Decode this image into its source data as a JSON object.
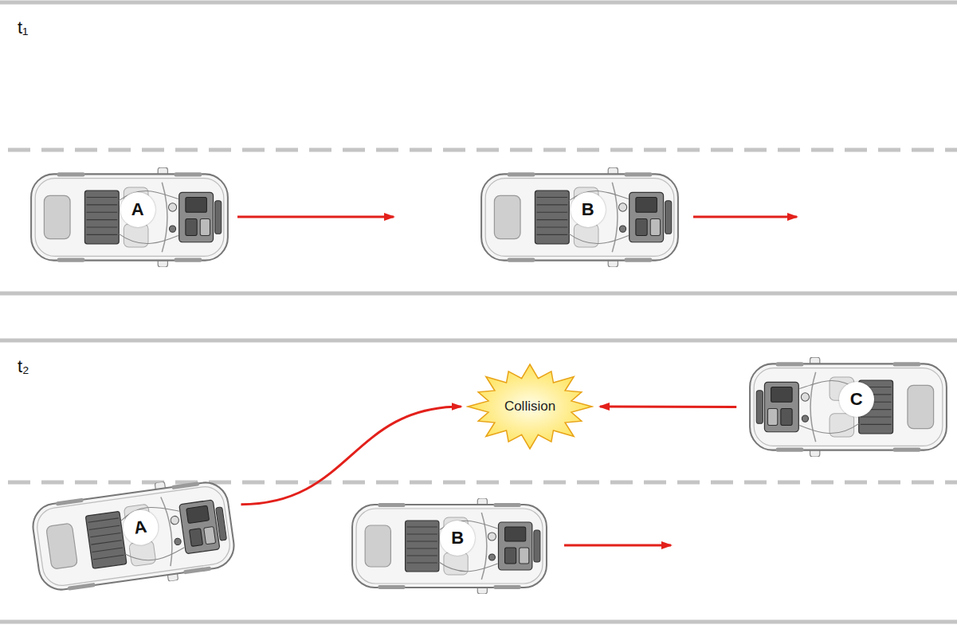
{
  "diagram": {
    "nodes": [
      {
        "text": [
          "A"
        ]
      },
      {
        "text": [
          "B"
        ]
      },
      {
        "text": [
          "Collision"
        ]
      },
      {
        "text": [
          "C"
        ]
      },
      {
        "text": [
          "A"
        ]
      },
      {
        "text": [
          "B"
        ]
      }
    ],
    "edges": [
      {
        "from": 4,
        "to": 2,
        "arrow": "to"
      },
      {
        "from": 3,
        "to": 2,
        "arrow": "to"
      }
    ],
    "labels": [
      "t₁",
      "t₂"
    ]
  }
}
